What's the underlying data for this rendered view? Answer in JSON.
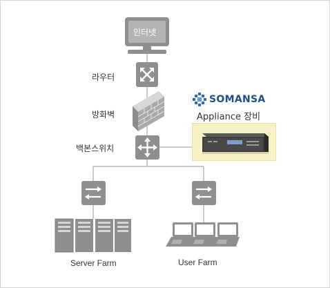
{
  "nodes": {
    "internet": "인터넷",
    "router": "라우터",
    "firewall": "방화벽",
    "backbone_switch": "백본스위치",
    "appliance": "Appliance 장비",
    "server_farm": "Server Farm",
    "user_farm": "User Farm"
  },
  "brand": {
    "name": "SOMANSA"
  },
  "colors": {
    "icon_gray": "#8f8f8f",
    "line": "#aaaaaa",
    "brand_blue": "#1d4f8c",
    "appliance_bg": "#f7f1c6"
  }
}
